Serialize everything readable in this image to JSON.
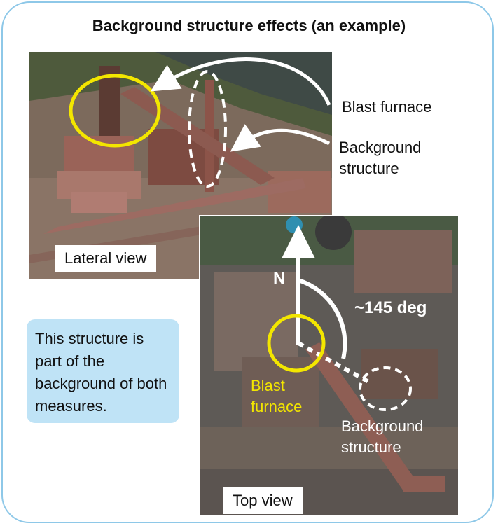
{
  "title": "Background structure effects (an example)",
  "lateral_label": "Lateral view",
  "top_label": "Top view",
  "callouts": {
    "blast_furnace": "Blast furnace",
    "background_structure": "Background structure"
  },
  "note": "This structure is part of the background of both measures.",
  "top_overlay": {
    "north": "N",
    "angle": "~145 deg",
    "blast_furnace": "Blast furnace",
    "background_structure": "Background structure"
  },
  "colors": {
    "frame_border": "#8ec8e8",
    "note_bg": "#bfe3f6",
    "highlight_yellow": "#f3e600",
    "annotation_white": "#ffffff"
  }
}
